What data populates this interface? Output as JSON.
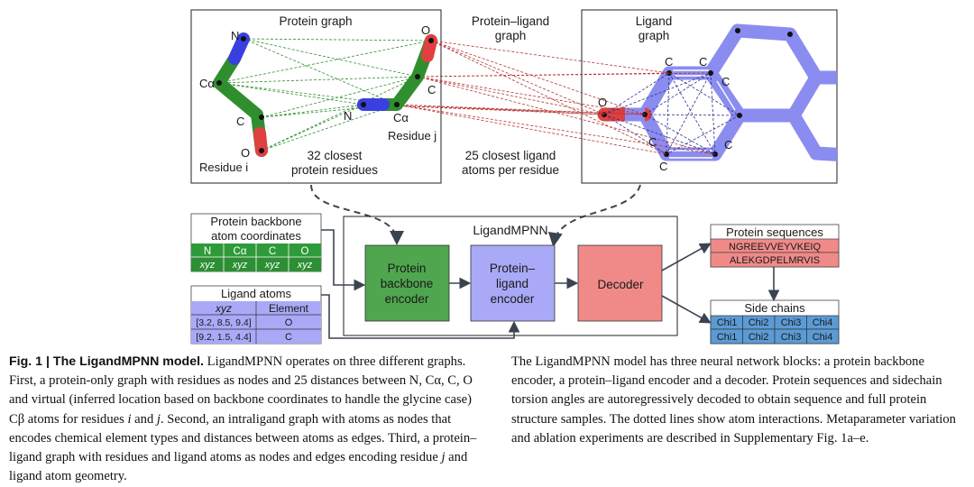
{
  "panels": {
    "protein_graph": {
      "title": "Protein graph",
      "atom_N": "N",
      "atom_CA": "Cα",
      "atom_C": "C",
      "atom_O": "O",
      "residue_i": "Residue i",
      "residue_j": "Residue j",
      "closest_residues": [
        "32 closest",
        "protein residues"
      ]
    },
    "protein_ligand_graph": {
      "title": [
        "Protein–ligand",
        "graph"
      ],
      "closest_atoms": [
        "25 closest ligand",
        "atoms per residue"
      ]
    },
    "ligand_graph": {
      "title": [
        "Ligand",
        "graph"
      ],
      "atom_O": "O",
      "atom_C": "C"
    }
  },
  "pipeline": {
    "backbone_table": {
      "title": [
        "Protein backbone",
        "atom coordinates"
      ],
      "headers": [
        "N",
        "Cα",
        "C",
        "O"
      ],
      "row": [
        "xyz",
        "xyz",
        "xyz",
        "xyz"
      ]
    },
    "ligand_table": {
      "title": "Ligand atoms",
      "headers": [
        "xyz",
        "Element"
      ],
      "rows": [
        [
          "[3.2, 8.5, 9.4]",
          "O"
        ],
        [
          "[9.2, 1.5, 4.4]",
          "C"
        ]
      ]
    },
    "model_title": "LigandMPNN",
    "blocks": {
      "protein_encoder": [
        "Protein",
        "backbone",
        "encoder"
      ],
      "ligand_encoder": [
        "Protein–",
        "ligand",
        "encoder"
      ],
      "decoder": "Decoder"
    },
    "sequences": {
      "title": "Protein sequences",
      "items": [
        "NGREEVVEYVKEIQ",
        "ALEKGDPELMRVIS"
      ]
    },
    "side_chains": {
      "title": "Side chains",
      "rows": [
        [
          "Chi1",
          "Chi2",
          "Chi3",
          "Chi4"
        ],
        [
          "Chi1",
          "Chi2",
          "Chi3",
          "Chi4"
        ]
      ]
    }
  },
  "caption": {
    "label": "Fig. 1 | The LigandMPNN model.",
    "left_text": " LigandMPNN operates on three different graphs. First, a protein-only graph with residues as nodes and 25 distances between N, Cα, C, O and virtual (inferred location based on backbone coordinates to handle the glycine case) Cβ atoms for residues ",
    "left_i": "i",
    "left_and": " and ",
    "left_j": "j",
    "left_text2": ". Second, an intraligand graph with atoms as nodes that encodes chemical element types and distances between atoms as edges. Third, a protein–ligand graph with residues and ligand atoms as nodes and edges encoding residue ",
    "left_j2": "j",
    "left_text3": " and ligand atom geometry.",
    "right_text": "The LigandMPNN model has three neural network blocks: a protein backbone encoder, a protein–ligand encoder and a decoder. Protein sequences and sidechain torsion angles are autoregressively decoded to obtain sequence and full protein structure samples. The dotted lines show atom interactions. Metaparameter variation and ablation experiments are described in Supplementary Fig. 1a–e."
  },
  "colors": {
    "nitrogen": "#3a3fe0",
    "carbon_chain": "#2f8f2f",
    "oxygen": "#e04040",
    "ligand": "#8b8cf0",
    "protein_encoder": "#4fa64f",
    "ligand_encoder": "#a9a9f7",
    "decoder": "#f08a88",
    "sequence_row": "#f08a88",
    "chi_cell": "#5b9bd5",
    "table_header_green": "#2f9a3a",
    "table_row_green": "#2c8f34",
    "ligand_table_fill": "#a9a9f7"
  }
}
